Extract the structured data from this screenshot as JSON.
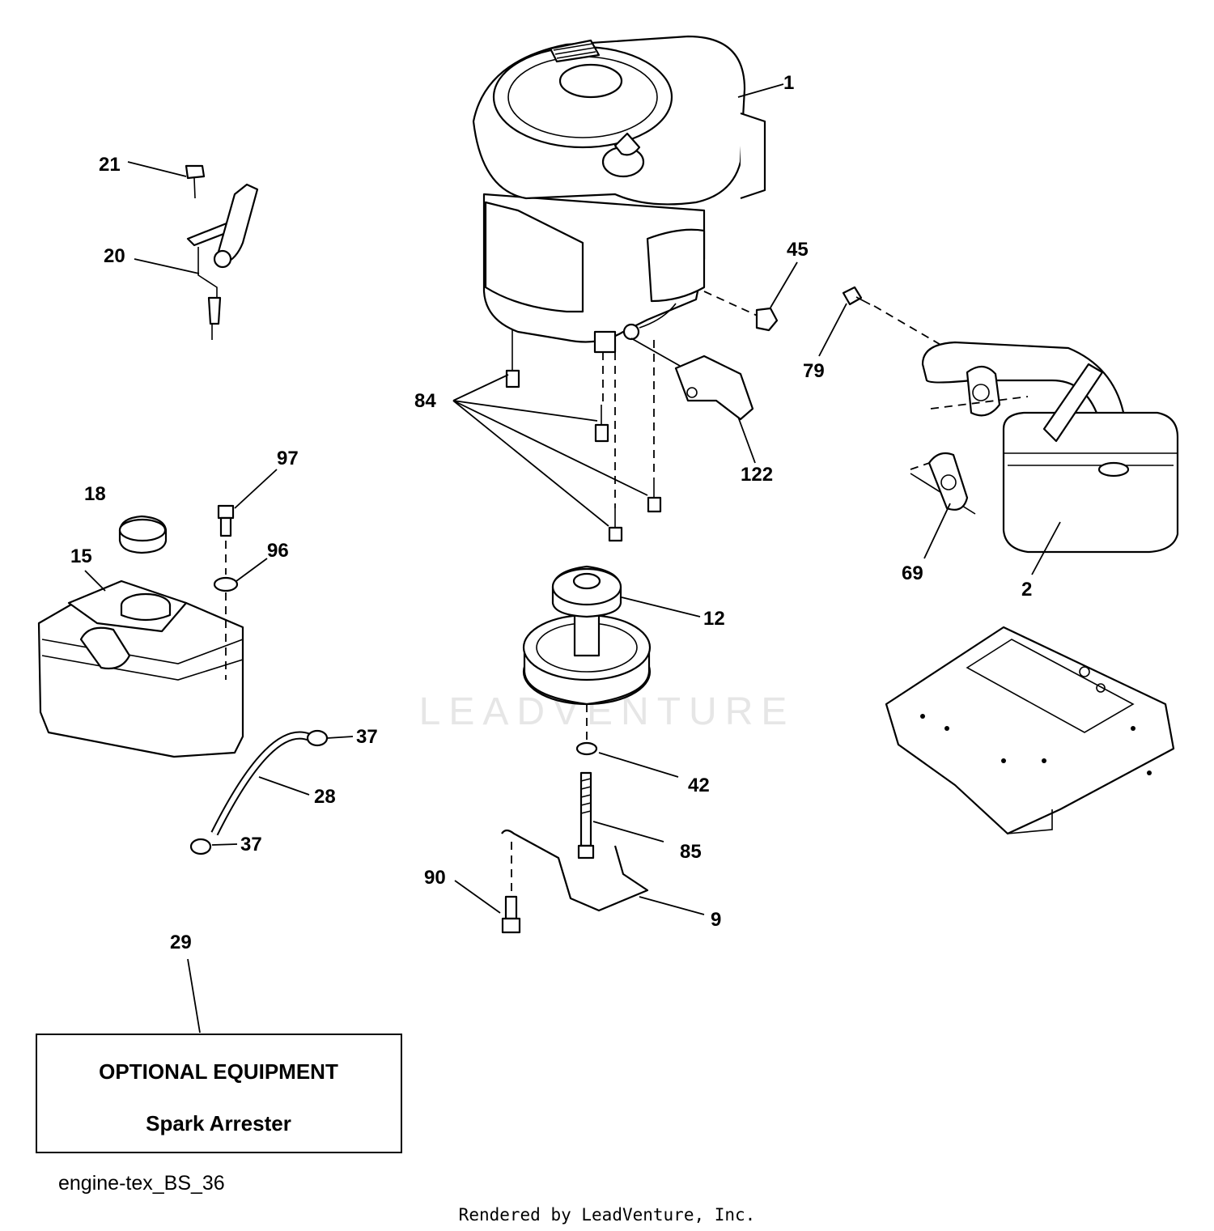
{
  "watermark": "LEADVENTURE",
  "callouts": {
    "c1": "1",
    "c2": "2",
    "c9": "9",
    "c12": "12",
    "c15": "15",
    "c18": "18",
    "c20": "20",
    "c21": "21",
    "c28": "28",
    "c29": "29",
    "c37a": "37",
    "c37b": "37",
    "c42": "42",
    "c45": "45",
    "c69": "69",
    "c79": "79",
    "c84": "84",
    "c85": "85",
    "c90": "90",
    "c96": "96",
    "c97": "97",
    "c122": "122"
  },
  "optional_box": {
    "title": "OPTIONAL EQUIPMENT",
    "item": "Spark Arrester"
  },
  "diagram_code": "engine-tex_BS_36",
  "credit": "Rendered by LeadVenture, Inc."
}
